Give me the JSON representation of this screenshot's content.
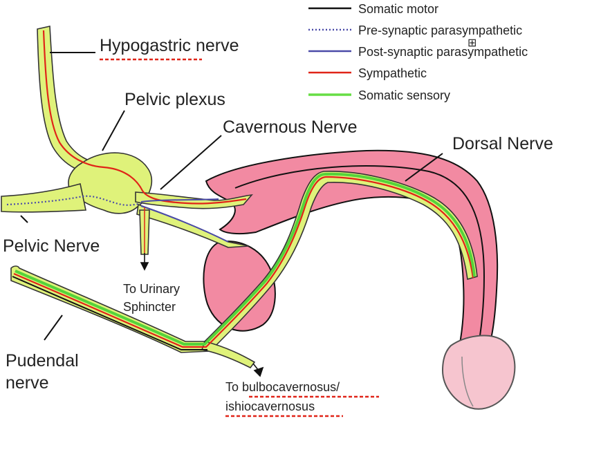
{
  "colors": {
    "somatic_motor": "#111111",
    "pre_synaptic": "#4a4aa8",
    "post_synaptic": "#4a4aa8",
    "sympathetic": "#e02418",
    "somatic_sensory": "#66dd44",
    "nerve_fill": "#dff27a",
    "tissue_fill": "#f28aa2",
    "glans_fill": "#f6c5cf",
    "spell_underline": "#e02418"
  },
  "legend": [
    {
      "label": "Somatic motor",
      "style": "solid",
      "color_key": "somatic_motor"
    },
    {
      "label": "Pre-synaptic parasympathetic",
      "style": "dotted",
      "color_key": "pre_synaptic"
    },
    {
      "label": "Post-synaptic parasympathetic",
      "style": "solid",
      "color_key": "post_synaptic"
    },
    {
      "label": "Sympathetic",
      "style": "solid",
      "color_key": "sympathetic"
    },
    {
      "label": "Somatic sensory",
      "style": "solid",
      "color_key": "somatic_sensory"
    }
  ],
  "labels": {
    "hypogastric": "Hypogastric nerve",
    "pelvic_plexus": "Pelvic plexus",
    "cavernous": "Cavernous Nerve",
    "dorsal": "Dorsal Nerve",
    "pelvic_nerve": "Pelvic Nerve",
    "urinary_line1": "To Urinary",
    "urinary_line2": "Sphincter",
    "pudendal_line1": "Pudendal",
    "pudendal_line2": "nerve",
    "bulbo_line1": "To bulbocavernosus/",
    "bulbo_line2": "ishiocavernosus"
  },
  "plus_glyph": "⊞"
}
